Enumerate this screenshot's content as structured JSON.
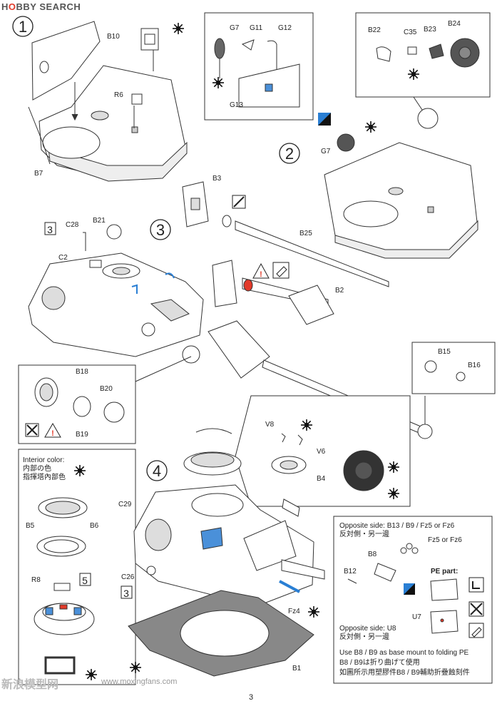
{
  "watermark": {
    "brand": "H",
    "brand_o": "O",
    "brand_rest": "BBY SEARCH",
    "bottom_cn": "新浪模型网",
    "bottom_url": "www.moxingfans.com"
  },
  "page_number": "3",
  "steps": {
    "s1": "1",
    "s2": "2",
    "s3": "3",
    "s4": "4"
  },
  "refs": {
    "r3": "3",
    "r3b": "3",
    "r5": "5"
  },
  "parts": {
    "B10": "B10",
    "R6": "R6",
    "B7": "B7",
    "G7": "G7",
    "G11": "G11",
    "G12": "G12",
    "G13": "G13",
    "B22": "B22",
    "C35": "C35",
    "B23": "B23",
    "B24": "B24",
    "G7b": "G7",
    "B3": "B3",
    "B25": "B25",
    "B2": "B2",
    "C28": "C28",
    "B21": "B21",
    "C2": "C2",
    "B18": "B18",
    "B20": "B20",
    "B19": "B19",
    "B15": "B15",
    "B16": "B16",
    "V8": "V8",
    "V6": "V6",
    "B4": "B4",
    "C29": "C29",
    "C26": "C26",
    "Fz4": "Fz4",
    "B1": "B1",
    "B5": "B5",
    "B6": "B6",
    "R8": "R8",
    "B8": "B8",
    "Fz5Fz6": "Fz5 or Fz6",
    "B12": "B12",
    "U7": "U7"
  },
  "interior": {
    "title": "Interior color:",
    "jp": "内部の色",
    "cn": "指揮塔內部色"
  },
  "opposite1": {
    "en": "Opposite side: B13 / B9 / Fz5 or Fz6",
    "cn": "反対側・另一邊"
  },
  "pe_part": "PE part:",
  "opposite2": {
    "en": "Opposite side: U8",
    "cn": "反対側・另一邊"
  },
  "note": {
    "en": "Use B8 / B9 as base mount to folding PE",
    "jp": "B8 / B9は折り曲げて使用",
    "cn": "如圖所示用塑膠件B8 / B9輔助折疊蝕刻件"
  }
}
